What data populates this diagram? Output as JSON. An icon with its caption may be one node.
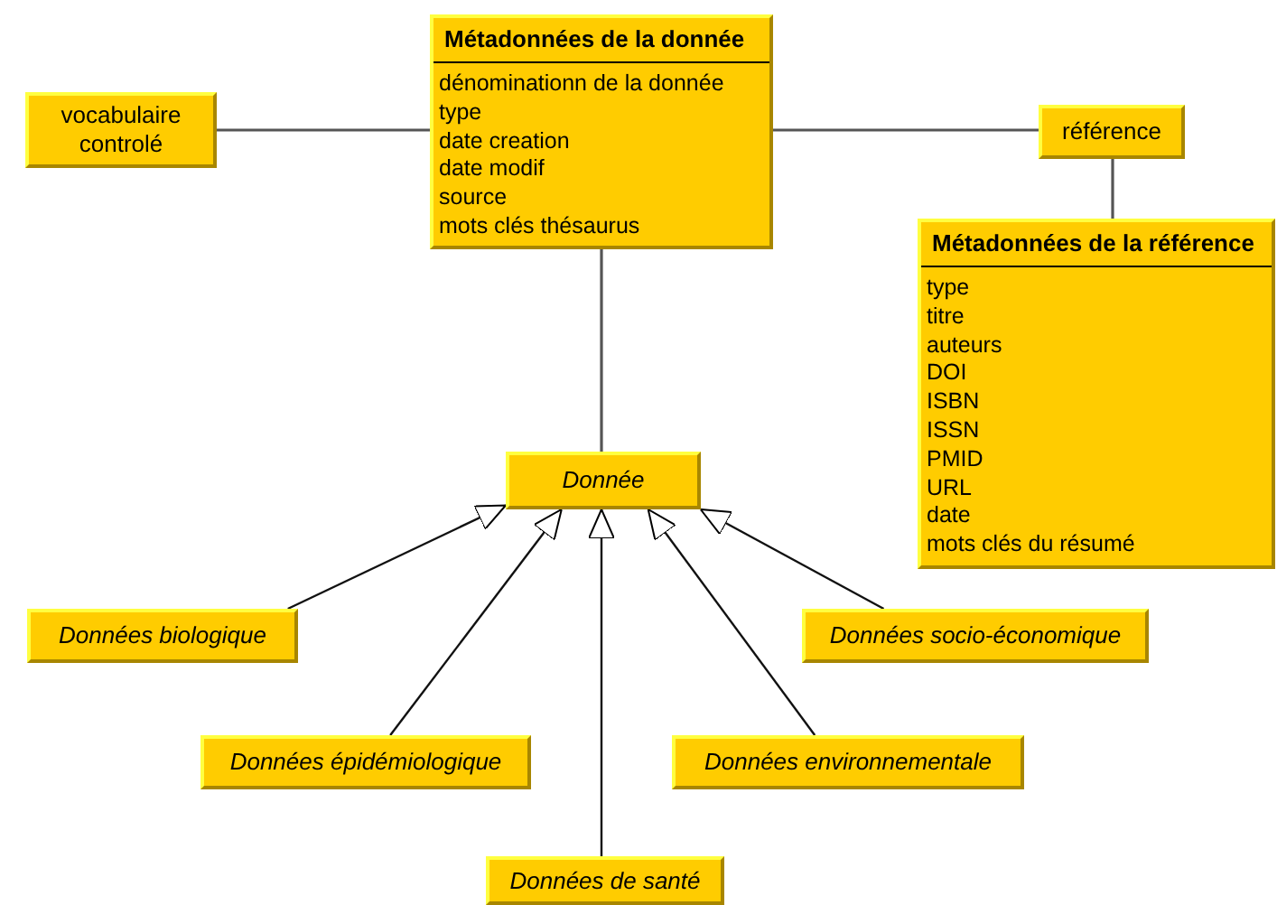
{
  "diagram": {
    "nodes": [
      {
        "text": [
          "Métadonnées de la donnée",
          "dénominationn de la donnée",
          "type",
          "date creation",
          "date modif",
          "source",
          "mots clés thésaurus"
        ]
      },
      {
        "text": [
          "vocabulaire controlé"
        ]
      },
      {
        "text": [
          "référence"
        ]
      },
      {
        "text": [
          "Métadonnées de la référence",
          "type",
          "titre",
          "auteurs",
          "DOI",
          "ISBN",
          "ISSN",
          "PMID",
          "URL",
          "date",
          "mots clés du résumé"
        ]
      },
      {
        "text": [
          "Donnée"
        ]
      },
      {
        "text": [
          "Données biologique"
        ]
      },
      {
        "text": [
          "Données épidémiologique"
        ]
      },
      {
        "text": [
          "Données de santé"
        ]
      },
      {
        "text": [
          "Données socio-économique"
        ]
      },
      {
        "text": [
          "Données environnementale"
        ]
      }
    ],
    "edges": [
      {
        "from": 0,
        "to": 1,
        "arrow": "none"
      },
      {
        "from": 0,
        "to": 2,
        "arrow": "none"
      },
      {
        "from": 2,
        "to": 3,
        "arrow": "none"
      },
      {
        "from": 0,
        "to": 4,
        "arrow": "none"
      },
      {
        "from": 5,
        "to": 4,
        "arrow": "to"
      },
      {
        "from": 6,
        "to": 4,
        "arrow": "to"
      },
      {
        "from": 7,
        "to": 4,
        "arrow": "to"
      },
      {
        "from": 8,
        "to": 4,
        "arrow": "to"
      },
      {
        "from": 9,
        "to": 4,
        "arrow": "to"
      }
    ]
  }
}
